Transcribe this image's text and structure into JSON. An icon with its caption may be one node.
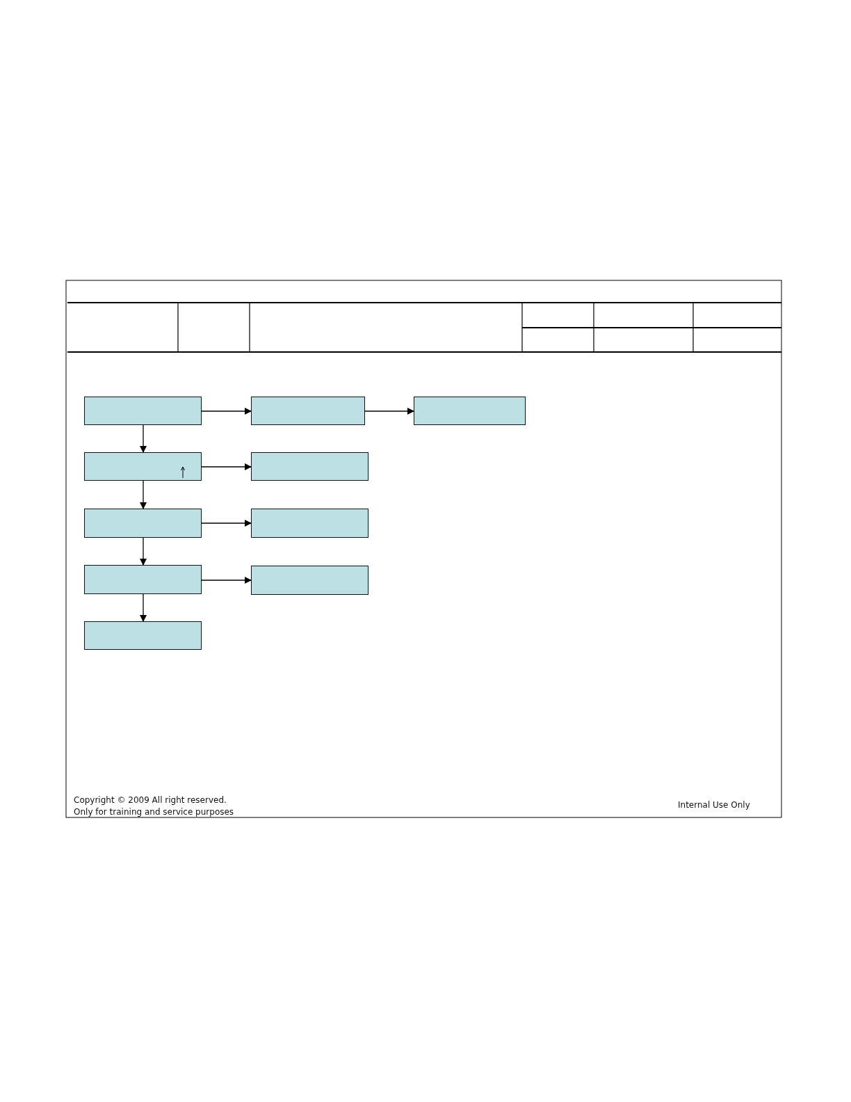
{
  "diagram": {
    "nodes": [
      {
        "text": [],
        "shape": "box"
      },
      {
        "text": [],
        "shape": "box"
      },
      {
        "text": [],
        "shape": "box"
      },
      {
        "text": [],
        "shape": "box"
      },
      {
        "text": [],
        "shape": "box"
      },
      {
        "text": [],
        "shape": "box"
      },
      {
        "text": [],
        "shape": "box"
      },
      {
        "text": [],
        "shape": "box"
      },
      {
        "text": [],
        "shape": "box"
      },
      {
        "text": [],
        "shape": "box"
      }
    ],
    "edges": [
      {
        "from": 0,
        "to": 1,
        "arrow": "to"
      },
      {
        "from": 1,
        "to": 2,
        "arrow": "to"
      },
      {
        "from": 0,
        "to": 3,
        "arrow": "to"
      },
      {
        "from": 3,
        "to": 4,
        "arrow": "to"
      },
      {
        "from": 3,
        "to": 5,
        "arrow": "to"
      },
      {
        "from": 5,
        "to": 6,
        "arrow": "to"
      },
      {
        "from": 5,
        "to": 7,
        "arrow": "to"
      },
      {
        "from": 7,
        "to": 8,
        "arrow": "to"
      },
      {
        "from": 7,
        "to": 9,
        "arrow": "to"
      }
    ],
    "labels": [
      "Copyright © 2009 All right reserved.",
      "Only for training and service purposes",
      "Internal Use Only"
    ]
  }
}
